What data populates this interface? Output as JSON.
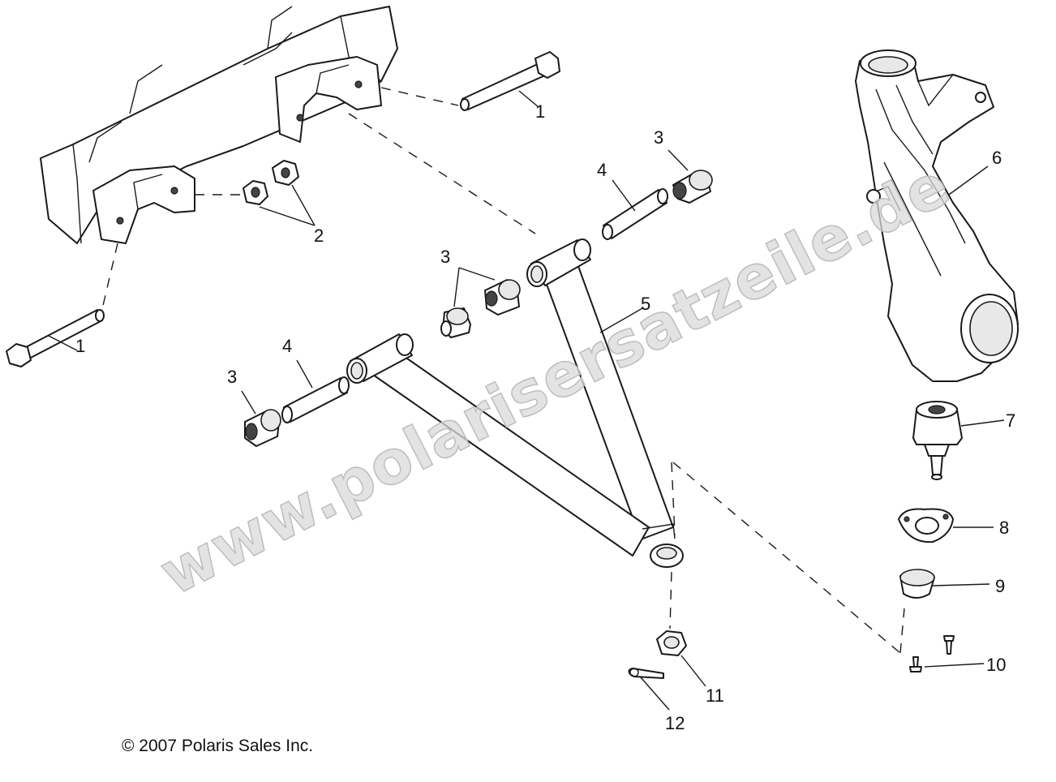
{
  "watermark": "www.polarisersatzeile.de",
  "copyright": "© 2007 Polaris Sales Inc.",
  "callouts": {
    "bolt_upper": "1",
    "bolt_lower": "1",
    "nuts": "2",
    "bushing_right_upper": "3",
    "bushing_middle": "3",
    "bushing_left": "3",
    "sleeve_upper": "4",
    "sleeve_lower": "4",
    "a_arm": "5",
    "spindle": "6",
    "ball_joint": "7",
    "retainer_plate": "8",
    "boot": "9",
    "screws": "10",
    "castle_nut": "11",
    "cotter_pin": "12"
  }
}
